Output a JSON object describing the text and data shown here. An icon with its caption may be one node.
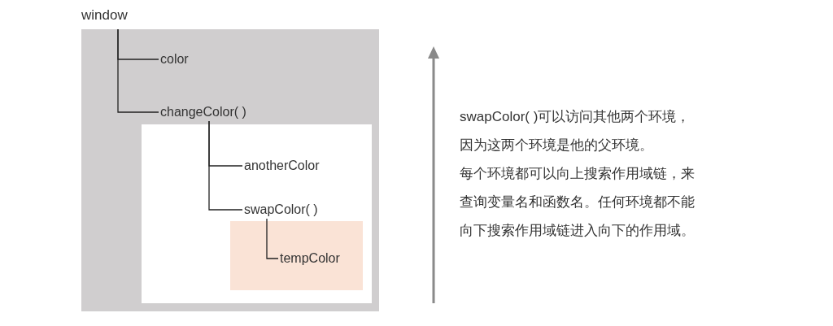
{
  "diagram": {
    "nodes": [
      {
        "text": [
          "window"
        ]
      },
      {
        "text": [
          "color"
        ],
        "in": 0
      },
      {
        "text": [
          "changeColor( )"
        ],
        "in": 0
      },
      {
        "text": [],
        "shape": "box",
        "in": 0
      },
      {
        "text": [
          "anotherColor"
        ],
        "in": 3
      },
      {
        "text": [
          "swapColor( )"
        ],
        "in": 3
      },
      {
        "text": [],
        "shape": "box",
        "in": 3
      },
      {
        "text": [
          "tempColor"
        ],
        "in": 6
      }
    ],
    "edges": [
      {
        "from": 0,
        "to": 1,
        "arrow": "none"
      },
      {
        "from": 0,
        "to": 2,
        "arrow": "none"
      },
      {
        "from": 2,
        "to": 4,
        "arrow": "none"
      },
      {
        "from": 2,
        "to": 5,
        "arrow": "none"
      },
      {
        "from": 5,
        "to": 7,
        "arrow": "none"
      }
    ],
    "labels": [
      "swapColor( )可以访问其他两个环境，因为这两个环境是他的父环境。",
      "每个环境都可以向上搜索作用域链，来查询变量名和函数名。任何环境都不能向下搜索作用域链进入向下的作用域。"
    ]
  }
}
